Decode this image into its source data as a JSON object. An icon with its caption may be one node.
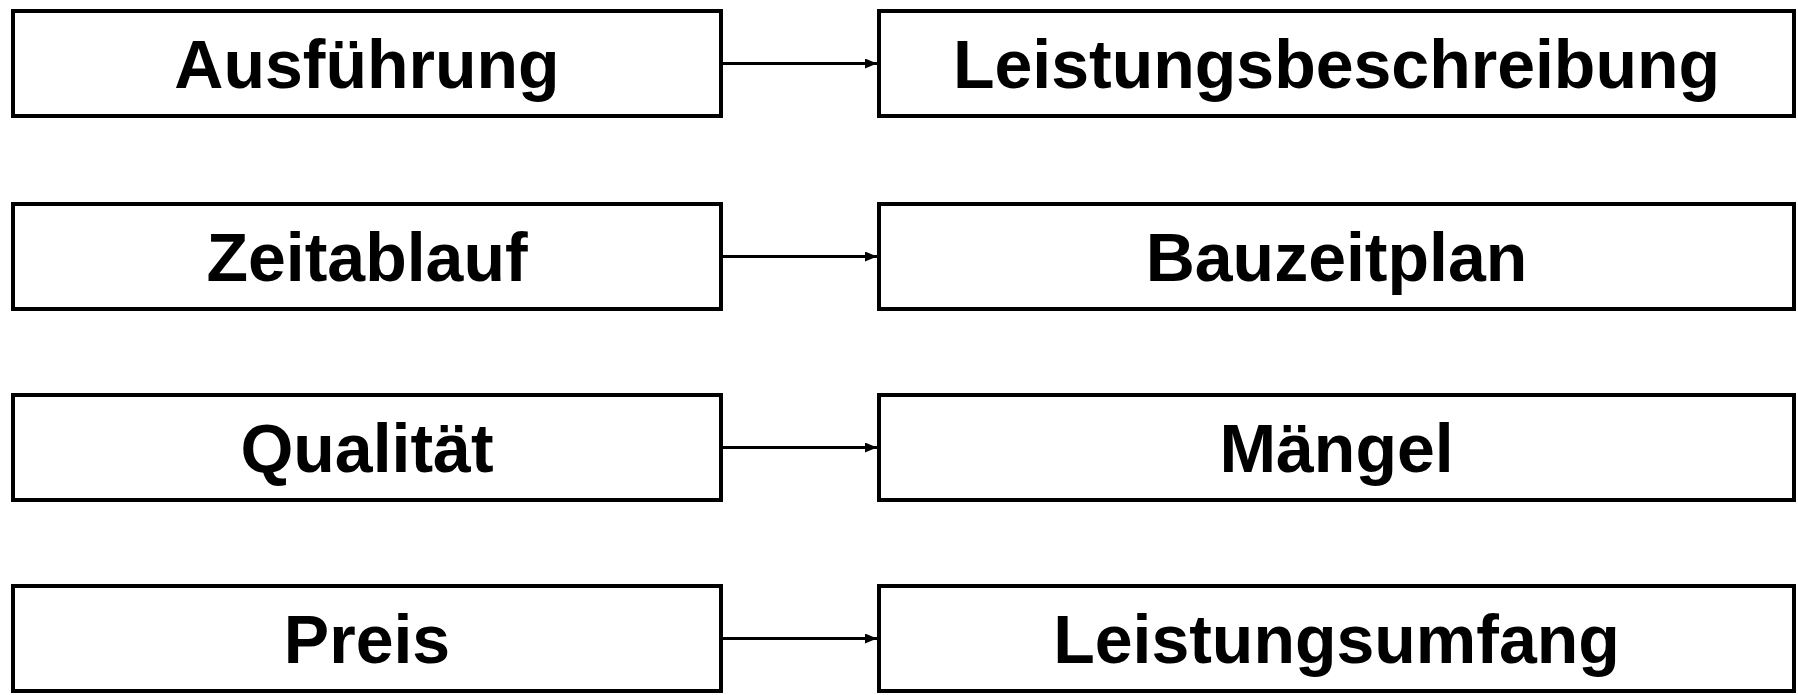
{
  "diagram": {
    "nodes": [
      {
        "text": [
          "Ausführung"
        ]
      },
      {
        "text": [
          "Leistungsbeschreibung"
        ]
      },
      {
        "text": [
          "Zeitablauf"
        ]
      },
      {
        "text": [
          "Bauzeitplan"
        ]
      },
      {
        "text": [
          "Qualität"
        ]
      },
      {
        "text": [
          "Mängel"
        ]
      },
      {
        "text": [
          "Preis"
        ]
      },
      {
        "text": [
          "Leistungsumfang"
        ]
      }
    ],
    "edges": [
      {
        "from": 0,
        "to": 1,
        "arrow": "to"
      },
      {
        "from": 2,
        "to": 3,
        "arrow": "to"
      },
      {
        "from": 4,
        "to": 5,
        "arrow": "to"
      },
      {
        "from": 6,
        "to": 7,
        "arrow": "to"
      }
    ]
  }
}
